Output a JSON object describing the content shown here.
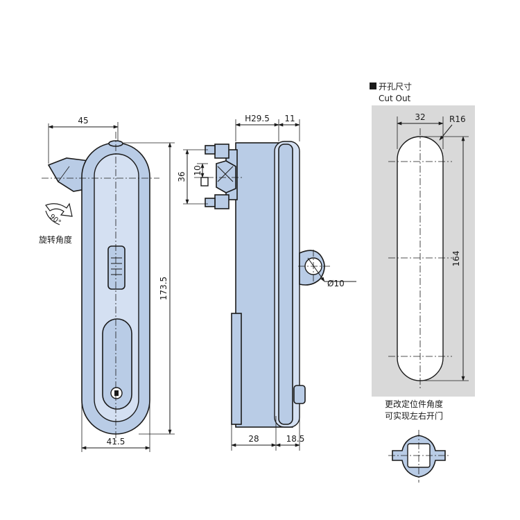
{
  "colors": {
    "part_fill": "#b9cce6",
    "part_fill_light": "#d4e0f2",
    "cutout_panel": "#d9d9d9",
    "line": "#1a1a1a"
  },
  "front_view": {
    "width_top": "45",
    "height": "173.5",
    "width_bottom": "41.5",
    "rotation_angle": "90°",
    "rotation_label": "旋转角度"
  },
  "side_view": {
    "depth_top": "H29.5",
    "flange_top": "11",
    "latch_span": "36",
    "latch_width": "10",
    "hole_dia": "Ø10",
    "depth_bottom": "28",
    "flange_bottom": "18.5"
  },
  "cutout": {
    "title_cn": "开孔尺寸",
    "title_en": "Cut Out",
    "width": "32",
    "radius": "R16",
    "height": "164",
    "note_line1": "更改定位件角度",
    "note_line2": "可实现左右开门"
  }
}
